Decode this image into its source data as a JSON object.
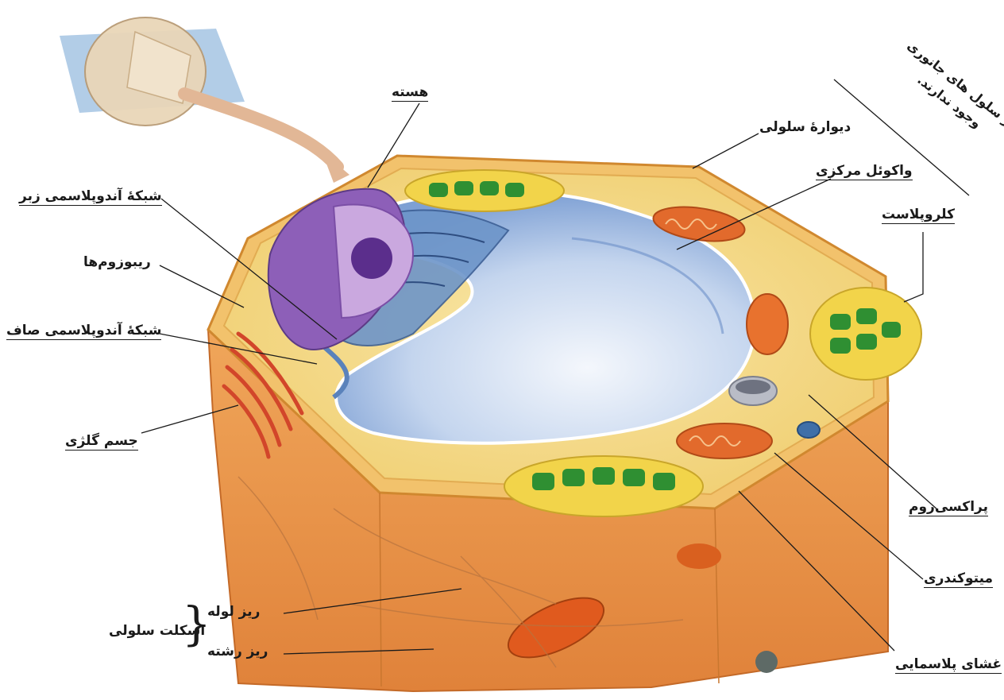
{
  "note": {
    "line1": "در سلول های جانوری",
    "line2": "وجود ندارند."
  },
  "labels": {
    "nucleus": "هسته",
    "cell_wall": "دیوارهٔ سلولی",
    "central_vacuole": "واکوئل مرکزی",
    "chloroplast": "کلروپلاست",
    "rough_er": "شبکهٔ آندوپلاسمی زبر",
    "ribosomes": "ریبوزوم‌ها",
    "smooth_er": "شبکهٔ آندوپلاسمی صاف",
    "golgi": "جسم گلژی",
    "peroxisome": "پراکسی‌زوم",
    "mitochondrion": "میتوکندری",
    "plasma_membrane": "غشای پلاسمایی",
    "cytoskeleton": "اسکلت سلولی",
    "microtubule": "ریز لوله",
    "microfilament": "ریز رشته"
  },
  "colors": {
    "cytoplasm": "#f5d27a",
    "vacuole": "#8fb0dc",
    "nucleus": "#9a6fc0",
    "chloroplast": "#3f9a3a",
    "mitochondrion": "#e26a2c",
    "cell_side": "#e8944a",
    "leader_line": "#1a1a1a"
  }
}
